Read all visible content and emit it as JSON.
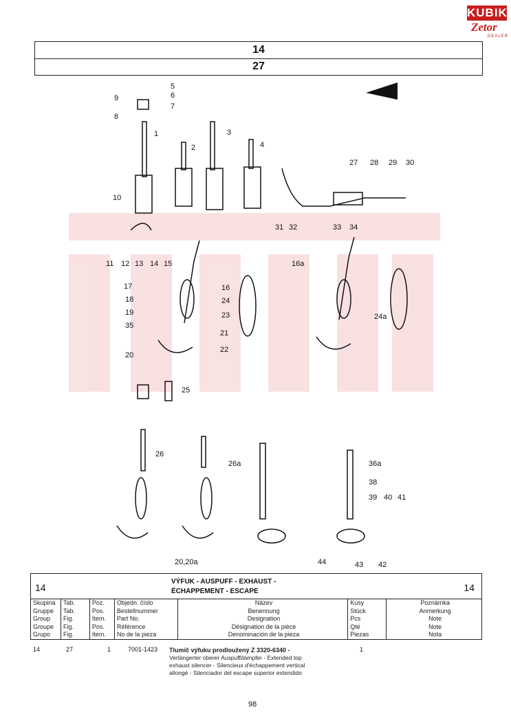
{
  "logo": {
    "brand": "KUBIK",
    "sub": "Zetor",
    "dealer": "DEALER"
  },
  "header": {
    "group": "14",
    "table": "27"
  },
  "diagram": {
    "labels": [
      "1",
      "2",
      "3",
      "4",
      "5",
      "6",
      "7",
      "8",
      "9",
      "10",
      "11",
      "12",
      "13",
      "14",
      "15",
      "16",
      "17",
      "18",
      "19",
      "20",
      "21",
      "22",
      "23",
      "24",
      "25",
      "26",
      "27",
      "28",
      "29",
      "30",
      "31",
      "32",
      "33",
      "34",
      "35",
      "36a",
      "38",
      "39",
      "40",
      "41",
      "42",
      "43",
      "44",
      "16a",
      "24a",
      "20,20a",
      "26a"
    ]
  },
  "table": {
    "group_no": "14",
    "group_no_right": "14",
    "title_line1": "VÝFUK - AUSPUFF - EXHAUST -",
    "title_line2": "ÉCHAPPEMENT - ESCAPE",
    "col_group": [
      "Skupina",
      "Gruppe",
      "Group",
      "Groupe",
      "Grupo"
    ],
    "col_table": [
      "Tab.",
      "Tab.",
      "Fig.",
      "Fig.",
      "Fig."
    ],
    "col_item": [
      "Poz.",
      "Pos.",
      "Item.",
      "Pos.",
      "Item."
    ],
    "col_part": [
      "Objedn. číslo",
      "Bestellnummer",
      "Part No.",
      "Référence",
      "No de la pieza"
    ],
    "col_name": [
      "Název",
      "Benennung",
      "Designation",
      "Désignation de la pièce",
      "Denominación de la pieza"
    ],
    "col_qty": [
      "Kusy",
      "Stück",
      "Pcs",
      "Qté",
      "Piezas"
    ],
    "col_note": [
      "Poznámka",
      "Anmerkung",
      "Note",
      "Note",
      "Nota"
    ]
  },
  "entry": {
    "group": "14",
    "table": "27",
    "item": "1",
    "part": "7001-1423",
    "name_cs": "Tlumič výfuku prodloužený Z 3320-6340 -",
    "name_rest": [
      "Verlängerter oberer Auspuffdämpfer - Extended top",
      "exhaust silencer - Silencieux d'échappement vertical",
      "allongé - Silenciador del escape superior extendido"
    ],
    "qty": "1"
  },
  "page": {
    "number": "98"
  }
}
